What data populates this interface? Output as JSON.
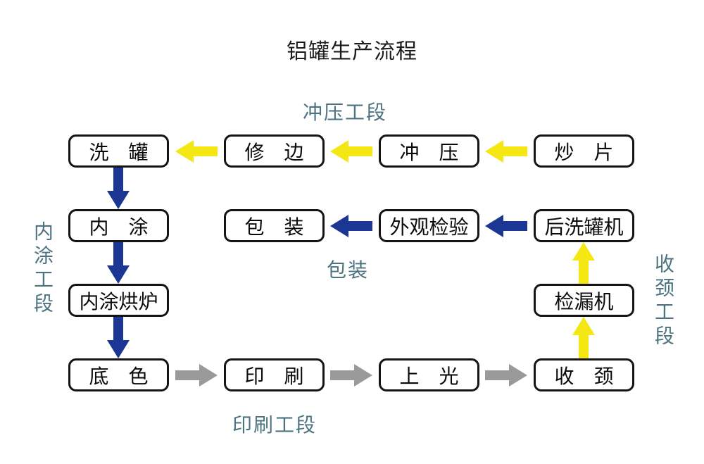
{
  "title": "铝罐生产流程",
  "section_labels": {
    "stamping": "冲压工段",
    "inner_coating": "内涂工段",
    "packing": "包装",
    "printing": "印刷工段",
    "necking": "收颈工段"
  },
  "nodes": {
    "wash_can": "洗　罐",
    "trim": "修　边",
    "stamp": "冲　压",
    "fry_sheet": "炒　片",
    "inner_coat": "内　涂",
    "pack": "包　装",
    "visual_inspect": "外观检验",
    "post_wash_machine": "后洗罐机",
    "coat_oven": "内涂烘炉",
    "leak_tester": "检漏机",
    "base_color": "底　色",
    "print": "印　刷",
    "varnish": "上　光",
    "neck": "收　颈"
  },
  "colors": {
    "arrow_yellow": "#F5E713",
    "arrow_blue": "#1C3793",
    "arrow_gray": "#9A9A9A",
    "label_teal": "#4D7380",
    "box_border": "#141414"
  }
}
